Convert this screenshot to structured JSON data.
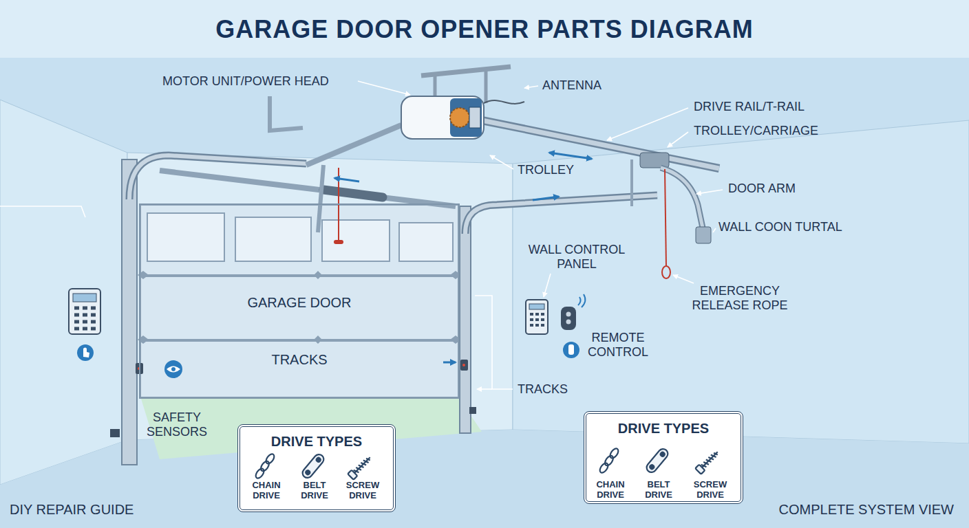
{
  "diagram": {
    "title": "GARAGE DOOR OPENER PARTS DIAGRAM",
    "nodes": [
      {
        "text": [
          "GARAGE DOOR",
          "TRACKS"
        ]
      },
      {
        "text": [
          "DRIVE TYPES",
          "CHAIN DRIVE",
          "BELT DRIVE",
          "SCREW DRIVE"
        ]
      },
      {
        "text": [
          "DRIVE TYPES",
          "CHAIN DRIVE",
          "BELT DRIVE",
          "SCREW DRIVE"
        ]
      }
    ],
    "labels": [
      "MOTOR UNIT/POWER HEAD",
      "ANTENNA",
      "DRIVE RAIL/T-RAIL",
      "TROLLEY/CARRIAGE",
      "TROLLEY",
      "DOOR ARM",
      "WALL COON TURTAL",
      "WALL CONTROL PANEL",
      "EMERGENCY RELEASE ROPE",
      "REMOTE CONTROL",
      "TRACKS",
      "SAFETY SENSORS",
      "DIY REPAIR GUIDE",
      "COMPLETE SYSTEM VIEW"
    ]
  }
}
